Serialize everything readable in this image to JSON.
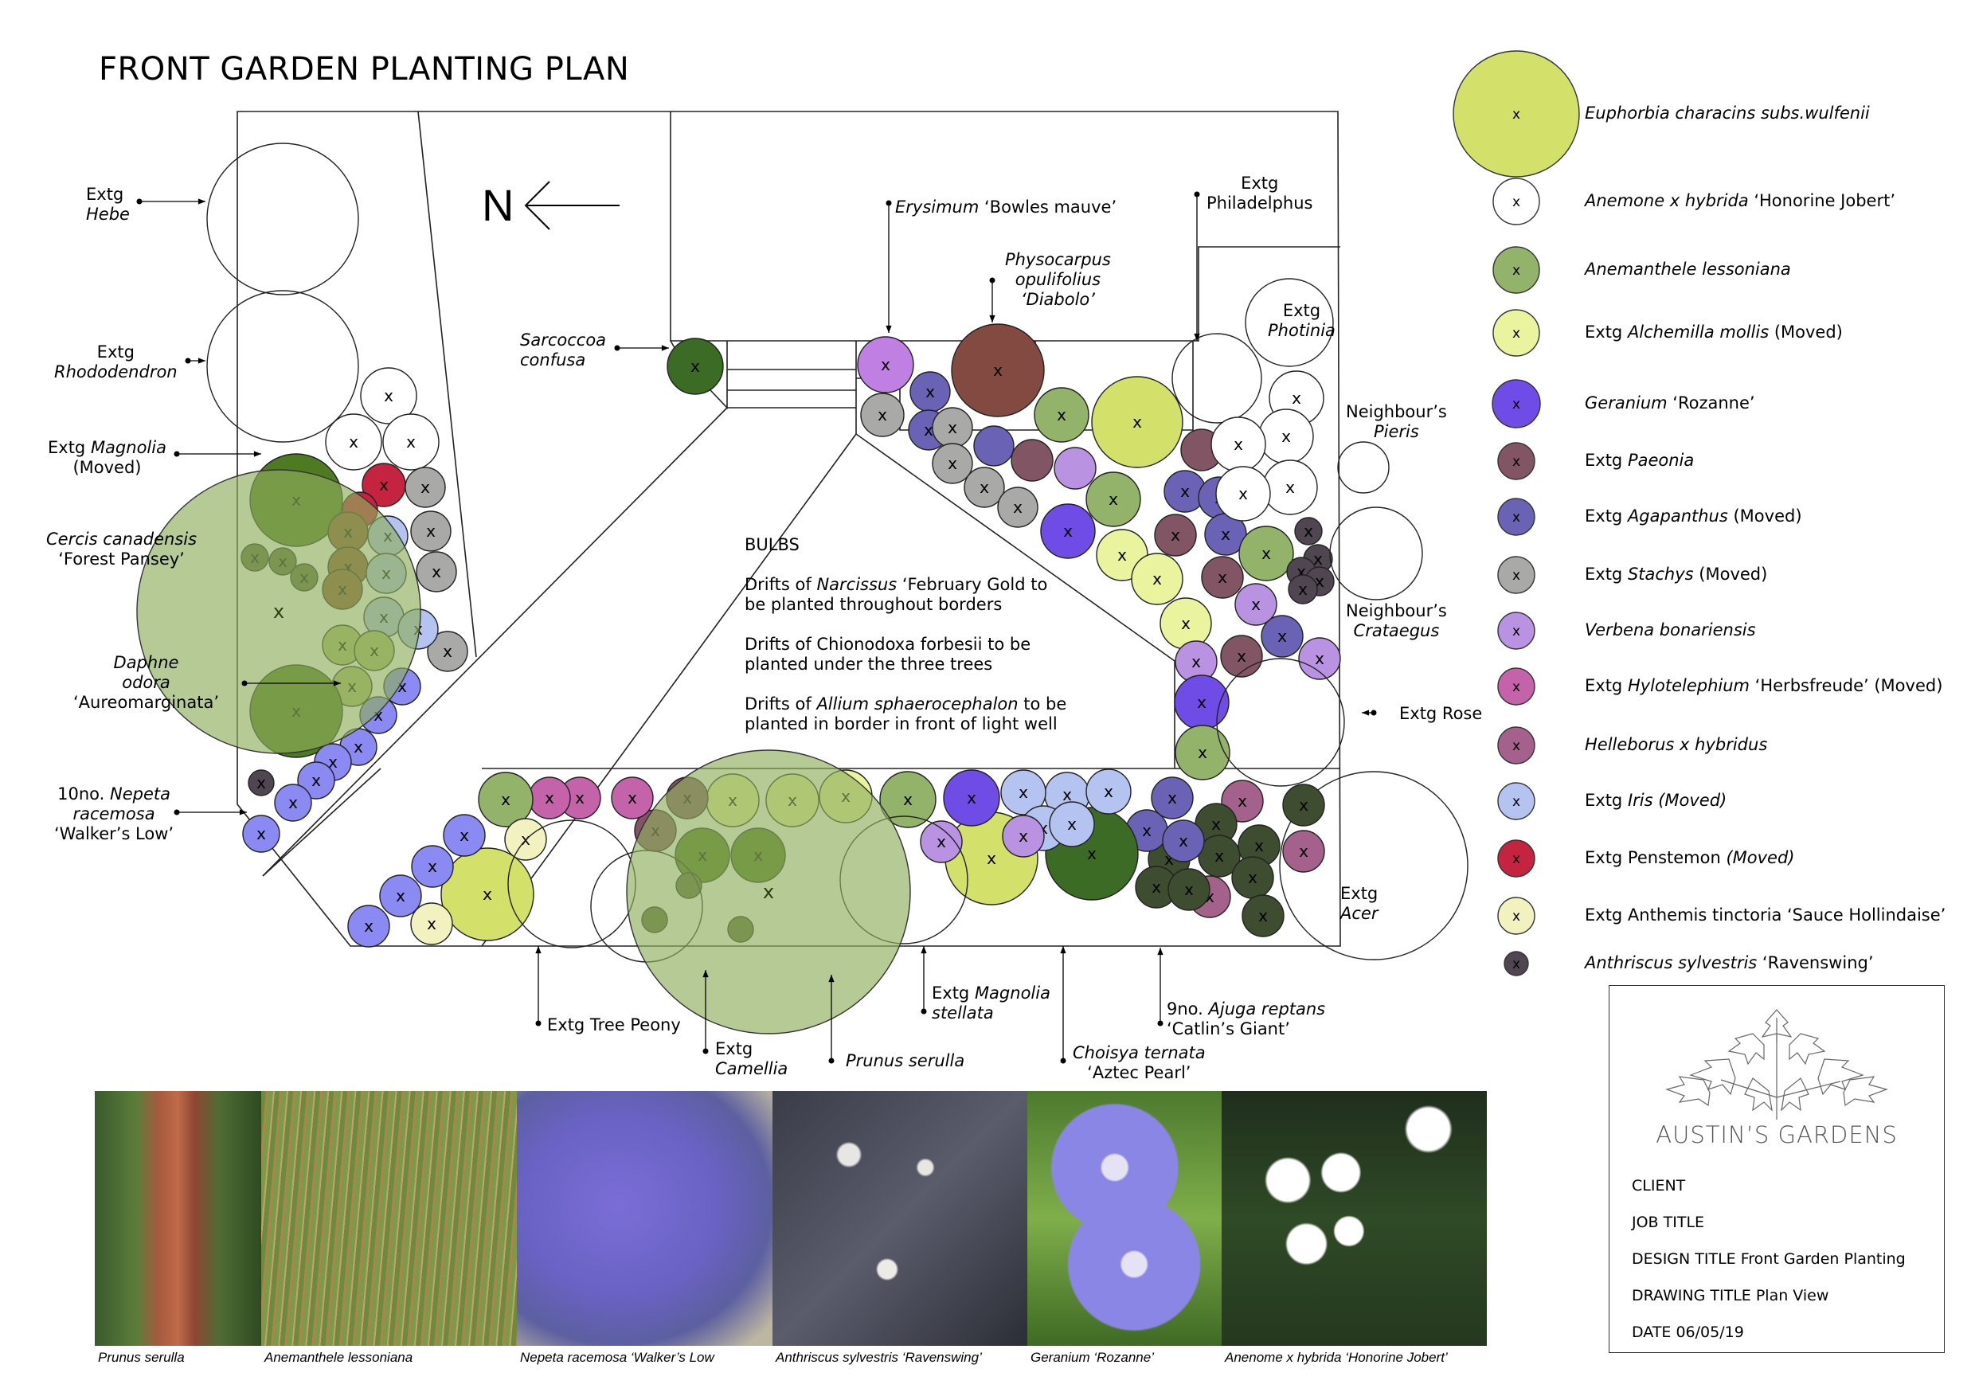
{
  "title": "FRONT GARDEN PLANTING PLAN",
  "north_label": "N",
  "species": {
    "euphorbia": {
      "color": "#d3e06a",
      "label_parts": [
        {
          "t": "Euphorbia characins subs.wulfenii",
          "i": true
        }
      ]
    },
    "anemone": {
      "color": "#ffffff",
      "label_parts": [
        {
          "t": "Anemone x hybrida",
          "i": true
        },
        {
          "t": " ‘Honorine Jobert’",
          "i": false
        }
      ]
    },
    "anemanthele": {
      "color": "#93b36a",
      "label_parts": [
        {
          "t": "Anemanthele lessoniana",
          "i": true
        }
      ]
    },
    "alchemilla": {
      "color": "#eaf39e",
      "label_parts": [
        {
          "t": "Extg ",
          "i": false
        },
        {
          "t": "Alchemilla mollis",
          "i": true
        },
        {
          "t": " (Moved)",
          "i": false
        }
      ]
    },
    "geranium": {
      "color": "#6f4ce5",
      "label_parts": [
        {
          "t": "Geranium",
          "i": true
        },
        {
          "t": " ‘Rozanne’",
          "i": false
        }
      ]
    },
    "paeonia": {
      "color": "#825565",
      "label_parts": [
        {
          "t": "Extg ",
          "i": false
        },
        {
          "t": "Paeonia",
          "i": true
        }
      ]
    },
    "agapanthus": {
      "color": "#6a63b5",
      "label_parts": [
        {
          "t": "Extg ",
          "i": false
        },
        {
          "t": "Agapanthus",
          "i": true
        },
        {
          "t": " (Moved)",
          "i": false
        }
      ]
    },
    "stachys": {
      "color": "#a9aaa8",
      "label_parts": [
        {
          "t": "Extg ",
          "i": false
        },
        {
          "t": "Stachys",
          "i": true
        },
        {
          "t": " (Moved)",
          "i": false
        }
      ]
    },
    "verbena": {
      "color": "#b993e2",
      "label_parts": [
        {
          "t": "Verbena bonariensis",
          "i": true
        }
      ]
    },
    "hylotelephium": {
      "color": "#c462aa",
      "label_parts": [
        {
          "t": "Extg ",
          "i": false
        },
        {
          "t": "Hylotelephium",
          "i": true
        },
        {
          "t": " ‘Herbsfreude’ (Moved)",
          "i": false
        }
      ]
    },
    "helleborus": {
      "color": "#a4618b",
      "label_parts": [
        {
          "t": "Helleborus x hybridus",
          "i": true
        }
      ]
    },
    "iris": {
      "color": "#b5c3f0",
      "label_parts": [
        {
          "t": "Extg ",
          "i": false
        },
        {
          "t": "Iris (Moved)",
          "i": true
        }
      ]
    },
    "penstemon": {
      "color": "#c42440",
      "label_parts": [
        {
          "t": "Extg Penstemon ",
          "i": false
        },
        {
          "t": "(Moved)",
          "i": true
        }
      ]
    },
    "anthemis": {
      "color": "#f2f2c0",
      "label_parts": [
        {
          "t": "Extg Anthemis tinctoria ‘Sauce Hollindaise’",
          "i": false
        }
      ]
    },
    "anthriscus": {
      "color": "#4f4652",
      "label_parts": [
        {
          "t": "Anthriscus sylvestris",
          "i": true
        },
        {
          "t": " ‘Ravenswing’",
          "i": false
        }
      ]
    },
    "sarcococca": {
      "color": "#3c6b26"
    },
    "erysimum": {
      "color": "#c07fe3"
    },
    "physocarpus": {
      "color": "#834a42"
    },
    "choisya": {
      "color": "#3c6b26"
    },
    "daphne": {
      "color": "#4e7a22"
    },
    "ajuga": {
      "color": "#3e4d2f"
    },
    "nepeta": {
      "color": "#8a8af2"
    },
    "tree": {
      "color": "#8fae5e"
    },
    "existing": {
      "color": "none"
    }
  },
  "legend_order": [
    "euphorbia",
    "anemone",
    "anemanthele",
    "alchemilla",
    "geranium",
    "paeonia",
    "agapanthus",
    "stachys",
    "verbena",
    "hylotelephium",
    "helleborus",
    "iris",
    "penstemon",
    "anthemis",
    "anthriscus"
  ],
  "marker": "x",
  "labels": {
    "hebe": [
      {
        "t": "Extg",
        "i": false
      },
      {
        "t": "Hebe",
        "i": true
      }
    ],
    "rhododendron": [
      {
        "t": "Extg",
        "i": false
      },
      {
        "t": "Rhododendron",
        "i": true
      }
    ],
    "magnolia_moved": [
      {
        "t": "Extg Magnolia",
        "i": false,
        "mix": [
          {
            "t": "Extg ",
            "i": false
          },
          {
            "t": "Magnolia",
            "i": true
          }
        ]
      },
      {
        "t": "(Moved)",
        "i": false
      }
    ],
    "cercis": [
      {
        "t": "Cercis canadensis",
        "i": true
      },
      {
        "t": "‘Forest Pansey’",
        "i": false
      }
    ],
    "daphne": [
      {
        "t": "Daphne",
        "i": true
      },
      {
        "t": "odora",
        "i": true
      },
      {
        "t": "‘Aureomarginata’",
        "i": false
      }
    ],
    "nepeta": [
      {
        "t": "10no. Nepeta",
        "i": false,
        "mix": [
          {
            "t": "10no. ",
            "i": false
          },
          {
            "t": "Nepeta",
            "i": true
          }
        ]
      },
      {
        "t": "racemosa",
        "i": true
      },
      {
        "t": "‘Walker’s Low’",
        "i": false
      }
    ],
    "sarcococca": [
      {
        "t": "Sarcoccoa",
        "i": true
      },
      {
        "t": "confusa",
        "i": true
      }
    ],
    "erysimum": [
      {
        "t": "Erysimum ‘Bowles mauve’",
        "i": false,
        "mix": [
          {
            "t": "Erysimum",
            "i": true
          },
          {
            "t": " ‘Bowles mauve’",
            "i": false
          }
        ]
      }
    ],
    "physocarpus": [
      {
        "t": "Physocarpus",
        "i": true
      },
      {
        "t": "opulifolius",
        "i": true
      },
      {
        "t": "‘Diabolo’",
        "i": true
      }
    ],
    "philadelphus": [
      {
        "t": "Extg",
        "i": false
      },
      {
        "t": "Philadelphus",
        "i": false
      }
    ],
    "photinia": [
      {
        "t": "Extg",
        "i": false
      },
      {
        "t": "Photinia",
        "i": true
      }
    ],
    "pieris": [
      {
        "t": "Neighbour’s",
        "i": false
      },
      {
        "t": "Pieris",
        "i": true
      }
    ],
    "crataegus": [
      {
        "t": "Neighbour’s",
        "i": false
      },
      {
        "t": "Crataegus",
        "i": true
      }
    ],
    "rose": [
      {
        "t": "Extg Rose",
        "i": false
      }
    ],
    "acer": [
      {
        "t": "Extg",
        "i": false
      },
      {
        "t": "Acer",
        "i": true
      }
    ],
    "tree_peony": [
      {
        "t": "Extg Tree Peony",
        "i": false
      }
    ],
    "camellia": [
      {
        "t": "Extg",
        "i": false
      },
      {
        "t": "Camellia",
        "i": true
      }
    ],
    "prunus": [
      {
        "t": "Prunus serulla",
        "i": true
      }
    ],
    "magnolia_stellata": [
      {
        "t": "Extg Magnolia",
        "i": false,
        "mix": [
          {
            "t": "Extg ",
            "i": false
          },
          {
            "t": "Magnolia",
            "i": true
          }
        ]
      },
      {
        "t": "stellata",
        "i": true
      }
    ],
    "choisya": [
      {
        "t": "Choisya ternata",
        "i": true
      },
      {
        "t": "‘Aztec Pearl’",
        "i": false
      }
    ],
    "ajuga": [
      {
        "t": "9no. Ajuga reptans",
        "i": false,
        "mix": [
          {
            "t": "9no. ",
            "i": false
          },
          {
            "t": "Ajuga reptans",
            "i": true
          }
        ]
      },
      {
        "t": "‘Catlin’s Giant’",
        "i": false
      }
    ]
  },
  "bulbs": {
    "heading": "BULBS",
    "notes": [
      [
        {
          "t": "Drifts of ",
          "i": false
        },
        {
          "t": "Narcissus",
          "i": true
        },
        {
          "t": " ‘February Gold to",
          "i": false
        },
        {
          "br": true
        },
        {
          "t": "be planted throughout borders",
          "i": false
        }
      ],
      [
        {
          "t": "Drifts of Chionodoxa forbesii to be",
          "i": false
        },
        {
          "br": true
        },
        {
          "t": "planted under the three trees",
          "i": false
        }
      ],
      [
        {
          "t": "Drifts of ",
          "i": false
        },
        {
          "t": "Allium sphaerocephalon",
          "i": true
        },
        {
          "t": " to be",
          "i": false
        },
        {
          "br": true
        },
        {
          "t": "planted in border in front of light well",
          "i": false
        }
      ]
    ]
  },
  "photos": [
    {
      "caption_parts": [
        {
          "t": "Prunus serulla",
          "i": true
        }
      ],
      "subject": "prunus-bark"
    },
    {
      "caption_parts": [
        {
          "t": "Anemanthele lessoniana",
          "i": true
        }
      ],
      "subject": "grass"
    },
    {
      "caption_parts": [
        {
          "t": "Nepeta racemosa ‘Walker’s Low",
          "i": true
        }
      ],
      "subject": "nepeta"
    },
    {
      "caption_parts": [
        {
          "t": "Anthriscus sylvestris",
          "i": true
        },
        {
          "t": " ‘Ravenswing’",
          "i": true
        }
      ],
      "subject": "anthriscus"
    },
    {
      "caption_parts": [
        {
          "t": "Geranium",
          "i": true
        },
        {
          "t": " ‘Rozanne’",
          "i": true
        }
      ],
      "subject": "geranium"
    },
    {
      "caption_parts": [
        {
          "t": "Anenome x hybrida",
          "i": true
        },
        {
          "t": " ‘Honorine Jobert’",
          "i": true
        }
      ],
      "subject": "anemone"
    }
  ],
  "title_block": {
    "brand": "AUSTIN’S GARDENS",
    "client": "CLIENT",
    "job_title": "JOB TITLE",
    "design_title": "DESIGN TITLE Front Garden Planting",
    "drawing_title": "DRAWING TITLE Plan View",
    "date": "DATE 06/05/19"
  }
}
